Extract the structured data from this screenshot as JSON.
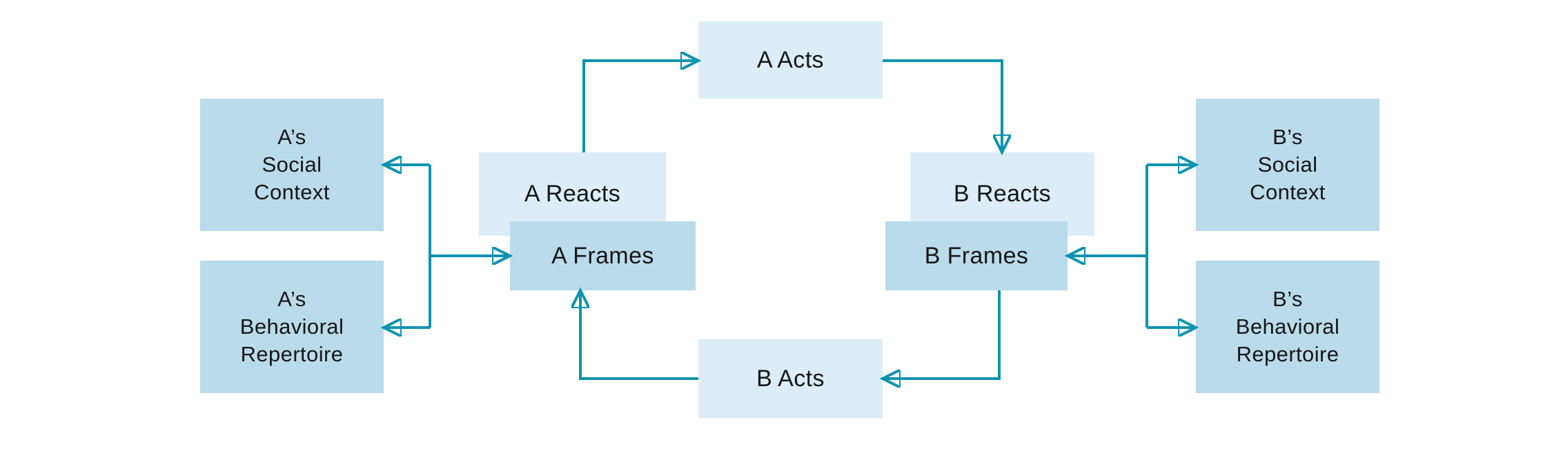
{
  "diagram": {
    "type": "interaction-cycle-flowchart"
  },
  "nodes": {
    "a_acts": {
      "label": "A Acts"
    },
    "a_reacts": {
      "label": "A Reacts"
    },
    "a_frames": {
      "label": "A Frames"
    },
    "b_reacts": {
      "label": "B Reacts"
    },
    "b_frames": {
      "label": "B Frames"
    },
    "b_acts": {
      "label": "B Acts"
    },
    "a_social_context": {
      "label": "A’s\nSocial\nContext"
    },
    "a_behavioral_repertoire": {
      "label": "A’s\nBehavioral\nRepertoire"
    },
    "b_social_context": {
      "label": "B’s\nSocial\nContext"
    },
    "b_behavioral_repertoire": {
      "label": "B’s\nBehavioral\nRepertoire"
    }
  },
  "edges": [
    {
      "from": "a_reacts",
      "to": "a_acts"
    },
    {
      "from": "a_acts",
      "to": "b_reacts"
    },
    {
      "from": "b_frames",
      "to": "b_acts"
    },
    {
      "from": "b_acts",
      "to": "a_frames"
    },
    {
      "from": "a_junction",
      "to": "a_social_context"
    },
    {
      "from": "a_junction",
      "to": "a_behavioral_repertoire"
    },
    {
      "from": "a_junction",
      "to": "a_frames"
    },
    {
      "from": "b_junction",
      "to": "b_social_context"
    },
    {
      "from": "b_junction",
      "to": "b_behavioral_repertoire"
    },
    {
      "from": "b_junction",
      "to": "b_frames"
    }
  ],
  "colors": {
    "box_light": "#dcedf7",
    "box_dark": "#b9dbeb",
    "arrow": "#0e93b0",
    "text": "#161616",
    "background": "#ffffff"
  }
}
